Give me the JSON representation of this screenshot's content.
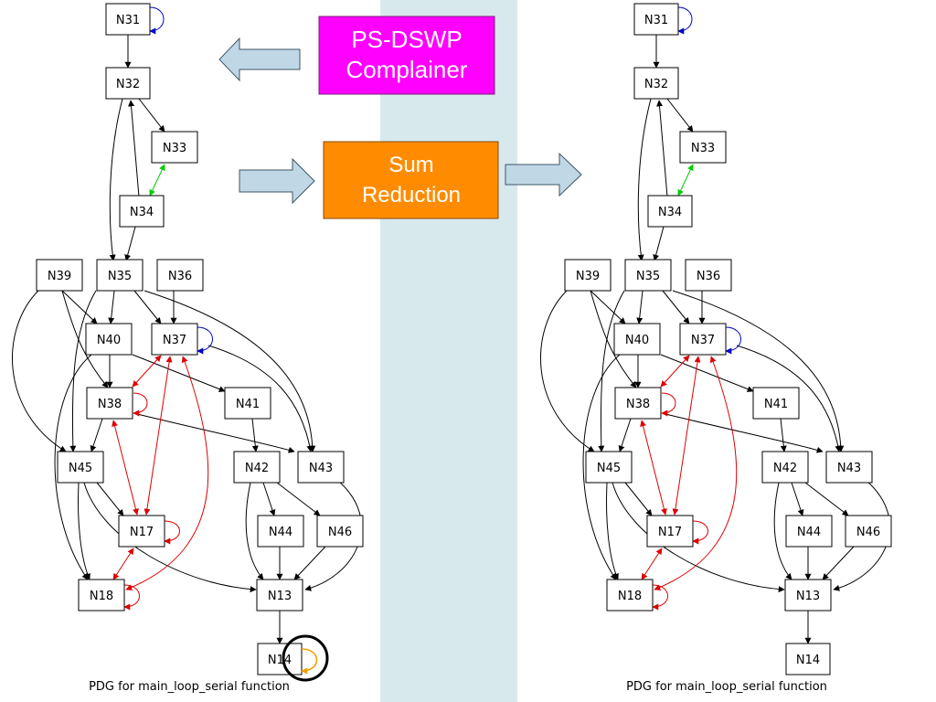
{
  "callouts": {
    "complainer": {
      "line1": "PS-DSWP",
      "line2": "Complainer",
      "fill": "#ff00ff"
    },
    "reduction": {
      "line1": "Sum",
      "line2": "Reduction",
      "fill": "#ff8c00"
    }
  },
  "graphs": {
    "left": {
      "caption": "PDG for main_loop_serial function"
    },
    "right": {
      "caption": "PDG for main_loop_serial function"
    }
  },
  "nodes": {
    "N31": "N31",
    "N32": "N32",
    "N33": "N33",
    "N34": "N34",
    "N35": "N35",
    "N36": "N36",
    "N37": "N37",
    "N38": "N38",
    "N39": "N39",
    "N40": "N40",
    "N41": "N41",
    "N42": "N42",
    "N43": "N43",
    "N44": "N44",
    "N45": "N45",
    "N46": "N46",
    "N17": "N17",
    "N18": "N18",
    "N13": "N13",
    "N14": "N14"
  },
  "colors": {
    "data_edge": "#000000",
    "memory_dep": "#dd0000",
    "self_loop_blue": "#0000cc",
    "register_dep": "#00cc00",
    "self_loop_orange": "#f0a000",
    "band": "#d8e9ee",
    "arrow_fill": "#c0d8e6"
  }
}
